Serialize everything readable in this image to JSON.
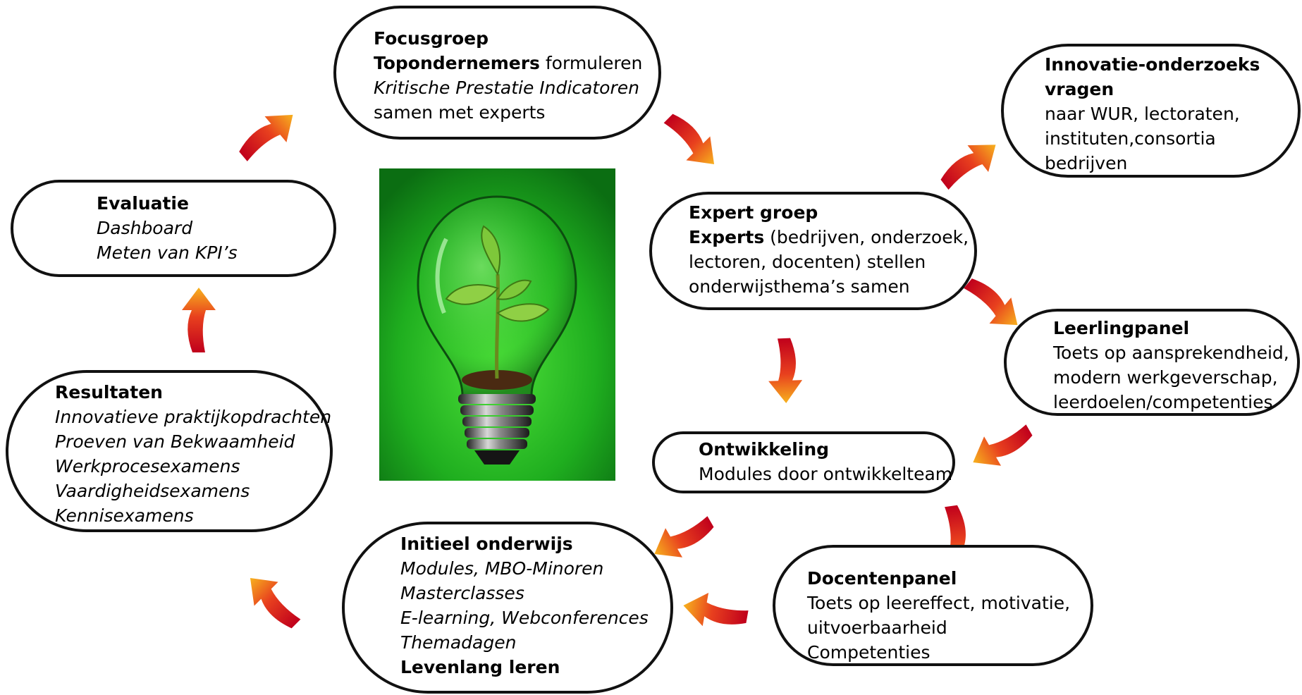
{
  "nodes": {
    "focusgroep": {
      "title": "Focusgroep",
      "line1_bold": "Topondernemers",
      "line1_rest": " formuleren",
      "line2": "Kritische Prestatie Indicatoren",
      "line3": "samen met experts"
    },
    "innovatie": {
      "title1": "Innovatie-onderzoeks",
      "title2": "vragen",
      "line1": "naar WUR, lectoraten,",
      "line2": "instituten,consortia",
      "line3": "bedrijven"
    },
    "expert": {
      "title": "Expert groep",
      "line1_bold": "Experts",
      "line1_rest": " (bedrijven, onderzoek,",
      "line2": "lectoren, docenten) stellen",
      "line3": "onderwijsthema’s samen"
    },
    "evaluatie": {
      "title": "Evaluatie",
      "line1": "Dashboard",
      "line2": "Meten van KPI’s"
    },
    "leerlingpanel": {
      "title": "Leerlingpanel",
      "line1": "Toets op aansprekendheid,",
      "line2": "modern werkgeverschap,",
      "line3": "leerdoelen/competenties"
    },
    "resultaten": {
      "title": "Resultaten",
      "items": [
        "Innovatieve praktijkopdrachten",
        "Proeven van Bekwaamheid",
        "Werkprocesexamens",
        "Vaardigheidsexamens",
        "Kennisexamens"
      ]
    },
    "ontwikkeling": {
      "title": "Ontwikkeling",
      "line1": "Modules door ontwikkelteam"
    },
    "initieel": {
      "title": "Initieel onderwijs",
      "items": [
        "Modules, MBO-Minoren",
        "Masterclasses",
        "E-learning, Webconferences",
        "Themadagen"
      ],
      "footer": "Levenlang leren"
    },
    "docentenpanel": {
      "title": "Docentenpanel",
      "line1": "Toets op leereffect, motivatie,",
      "line2": "uitvoerbaarheid",
      "line3": "Competenties"
    }
  },
  "colors": {
    "arrow_start": "#c0001c",
    "arrow_mid": "#e8401e",
    "arrow_end": "#f7b21e",
    "bulb_bg": "#1ea51e",
    "border": "#111111"
  }
}
